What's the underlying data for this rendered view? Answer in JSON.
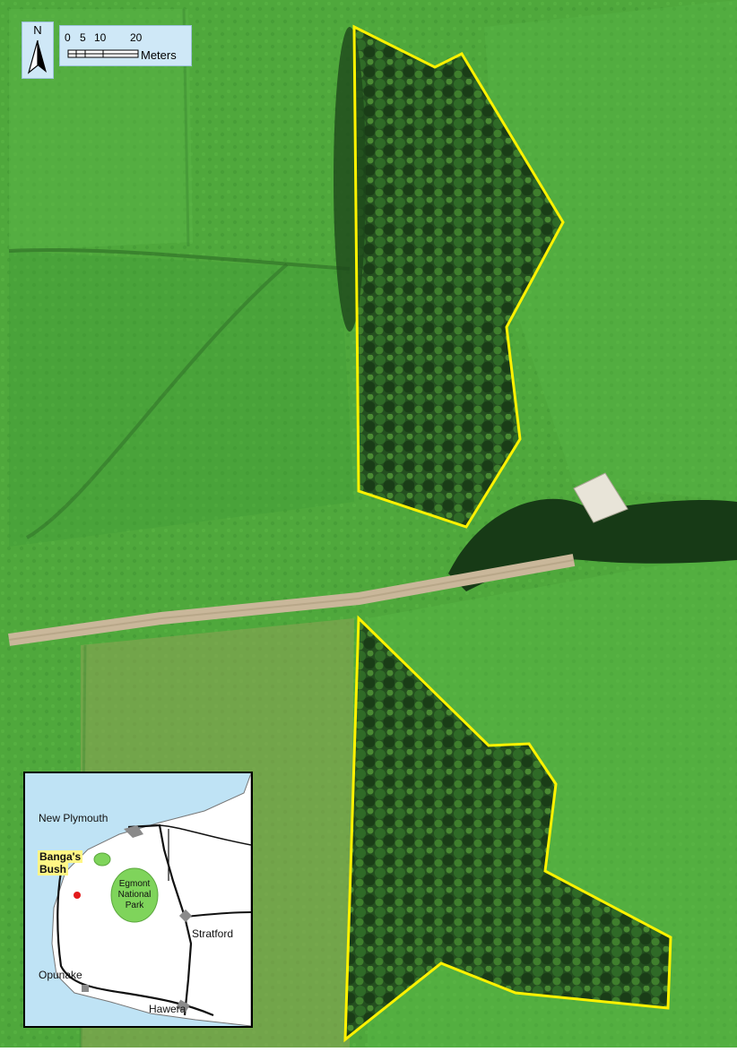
{
  "map": {
    "north_arrow": {
      "label": "N",
      "icon": "north-arrow-icon"
    },
    "scale_bar": {
      "ticks": [
        "0",
        "5",
        "10",
        "20"
      ],
      "unit": "Meters"
    },
    "inset": {
      "labels": {
        "new_plymouth": "New Plymouth",
        "bush_line1": "Banga's",
        "bush_line2": "Bush",
        "park_line1": "Egmont",
        "park_line2": "National",
        "park_line3": "Park",
        "stratford": "Stratford",
        "opunake": "Opunake",
        "hawera": "Hawera"
      }
    },
    "colors": {
      "pasture": "#4ea83a",
      "bush": "#1f4f1c",
      "road": "#c9b79a",
      "boundary": "#fff200",
      "sea": "#bfe3f5",
      "park": "#7fd45b",
      "site_marker": "#e31a1c"
    }
  }
}
